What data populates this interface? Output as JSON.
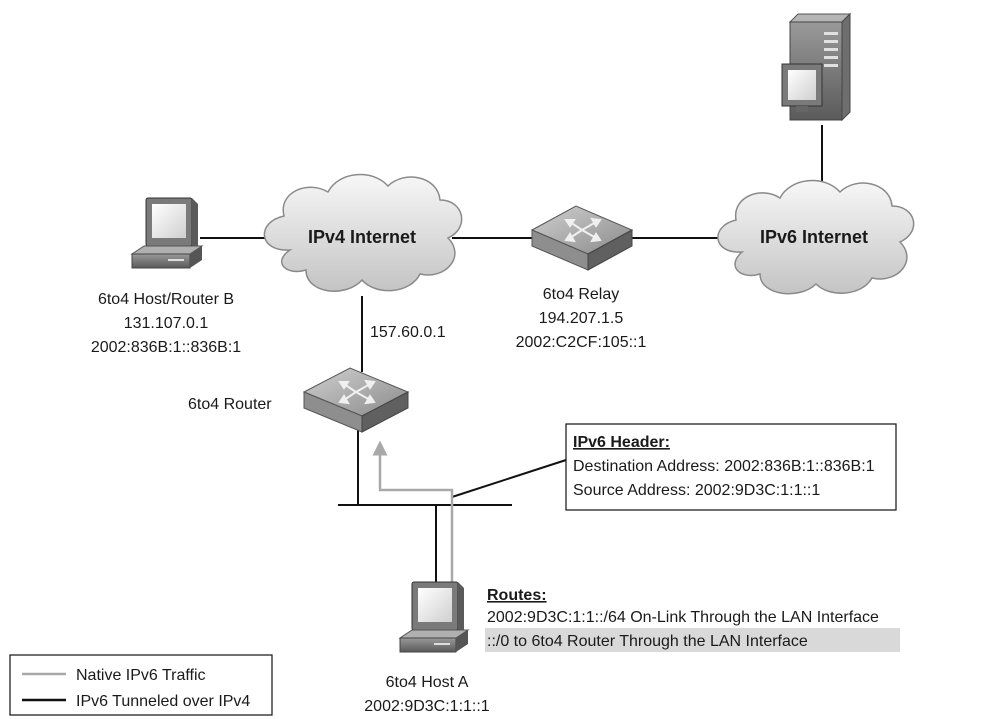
{
  "clouds": {
    "ipv4": "IPv4 Internet",
    "ipv6": "IPv6 Internet"
  },
  "nodes": {
    "host_router_b": {
      "name": "6to4 Host/Router B",
      "ipv4": "131.107.0.1",
      "ipv6": "2002:836B:1::836B:1"
    },
    "relay": {
      "name": "6to4 Relay",
      "ipv4": "194.207.1.5",
      "ipv6": "2002:C2CF:105::1"
    },
    "router": {
      "name": "6to4 Router",
      "ipv4": "157.60.0.1"
    },
    "host_a": {
      "name": "6to4 Host A",
      "ipv6": "2002:9D3C:1:1::1"
    }
  },
  "ipv6_header": {
    "title": "IPv6 Header:",
    "destination": "Destination Address: 2002:836B:1::836B:1",
    "source": "Source Address: 2002:9D3C:1:1::1"
  },
  "routes": {
    "title": "Routes:",
    "line1": "2002:9D3C:1:1::/64 On-Link Through the LAN Interface",
    "line2": "::/0 to 6to4 Router Through the LAN Interface",
    "highlight_color": "#d9d9d9"
  },
  "legend": {
    "native": "Native IPv6 Traffic",
    "native_color": "#a9a9a9",
    "tunneled": "IPv6 Tunneled over IPv4",
    "tunneled_color": "#111111"
  }
}
